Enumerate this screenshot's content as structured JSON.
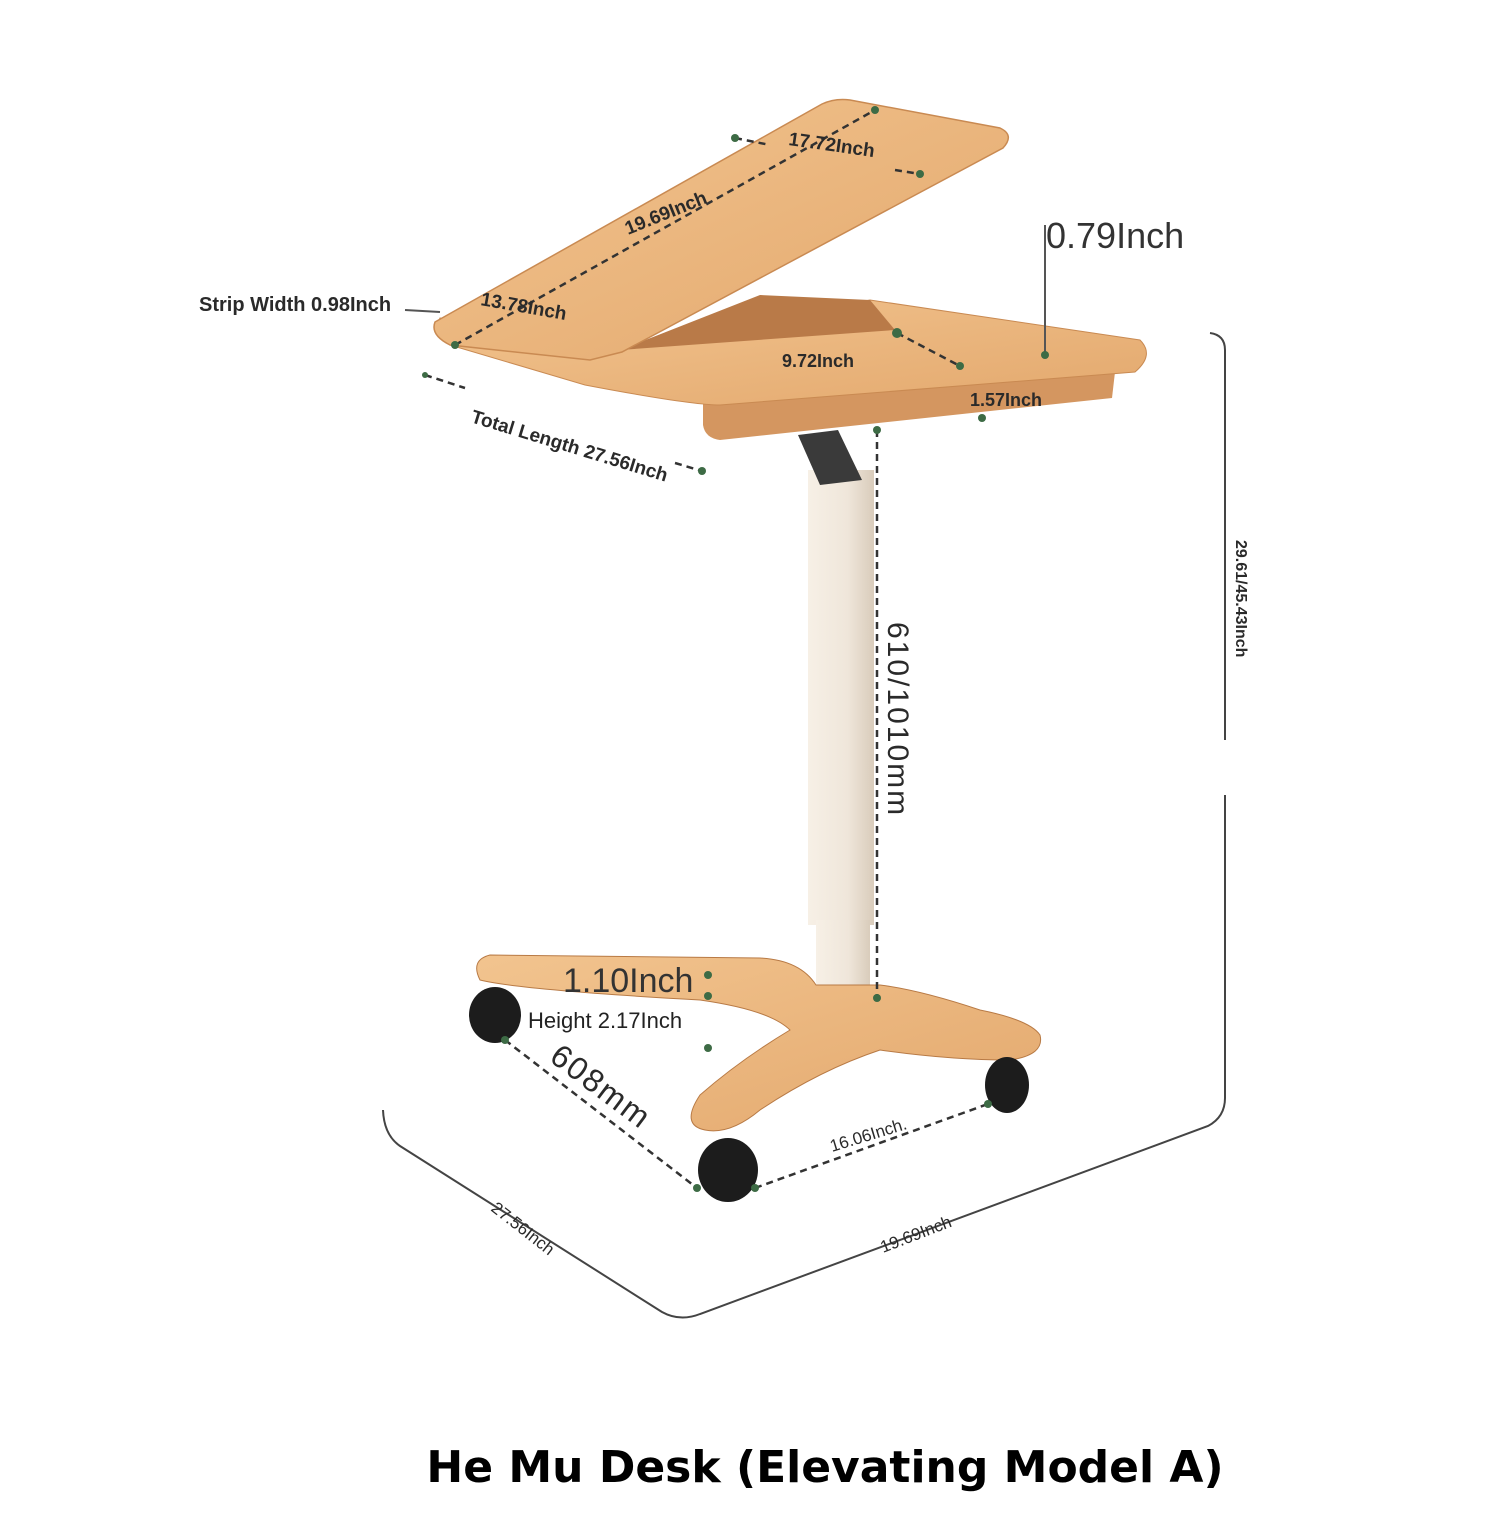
{
  "title": "He Mu Desk (Elevating Model A)",
  "labels": {
    "top_depth": "17.72Inch",
    "top_width": "19.69Inch",
    "top_short": "13.78Inch",
    "strip_width": "Strip Width 0.98Inch",
    "thickness": "0.79Inch",
    "side_tray": "9.72Inch",
    "apron": "1.57Inch",
    "total_length": "Total Length 27.56Inch",
    "column_height": "610/1010mm",
    "overall_height": "29.61/45.43Inch",
    "base_thickness": "1.10Inch",
    "base_height": "Height 2.17Inch",
    "base_length_mm": "608mm",
    "wheel_span": "16.06Inch.",
    "floor_depth": "27.56Inch",
    "floor_width": "19.69Inch"
  },
  "colors": {
    "wood": "#e9b27a",
    "wood_dark": "#c98a52",
    "column": "#efe6da",
    "wheel": "#1c1c1c"
  }
}
